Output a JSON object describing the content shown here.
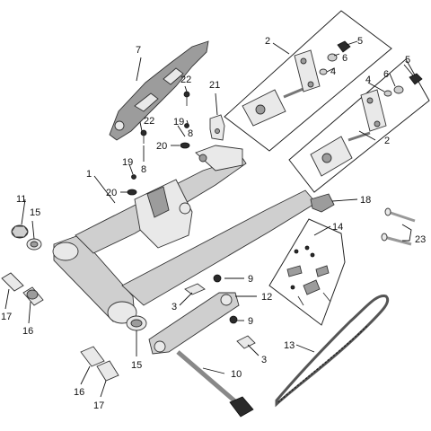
{
  "diagram": {
    "callouts": [
      {
        "id": "c1",
        "text": "1"
      },
      {
        "id": "c2a",
        "text": "2"
      },
      {
        "id": "c2b",
        "text": "2"
      },
      {
        "id": "c3a",
        "text": "3"
      },
      {
        "id": "c3b",
        "text": "3"
      },
      {
        "id": "c4a",
        "text": "4"
      },
      {
        "id": "c4b",
        "text": "4"
      },
      {
        "id": "c5a",
        "text": "5"
      },
      {
        "id": "c5b",
        "text": "5"
      },
      {
        "id": "c6a",
        "text": "6"
      },
      {
        "id": "c6b",
        "text": "6"
      },
      {
        "id": "c7",
        "text": "7"
      },
      {
        "id": "c8a",
        "text": "8"
      },
      {
        "id": "c8b",
        "text": "8"
      },
      {
        "id": "c9a",
        "text": "9"
      },
      {
        "id": "c9b",
        "text": "9"
      },
      {
        "id": "c10",
        "text": "10"
      },
      {
        "id": "c11",
        "text": "11"
      },
      {
        "id": "c12",
        "text": "12"
      },
      {
        "id": "c13",
        "text": "13"
      },
      {
        "id": "c14",
        "text": "14"
      },
      {
        "id": "c15a",
        "text": "15"
      },
      {
        "id": "c15b",
        "text": "15"
      },
      {
        "id": "c16a",
        "text": "16"
      },
      {
        "id": "c16b",
        "text": "16"
      },
      {
        "id": "c17a",
        "text": "17"
      },
      {
        "id": "c17b",
        "text": "17"
      },
      {
        "id": "c18",
        "text": "18"
      },
      {
        "id": "c19a",
        "text": "19"
      },
      {
        "id": "c19b",
        "text": "19"
      },
      {
        "id": "c20a",
        "text": "20"
      },
      {
        "id": "c20b",
        "text": "20"
      },
      {
        "id": "c21",
        "text": "21"
      },
      {
        "id": "c22a",
        "text": "22"
      },
      {
        "id": "c22b",
        "text": "22"
      },
      {
        "id": "c23",
        "text": "23"
      }
    ]
  }
}
